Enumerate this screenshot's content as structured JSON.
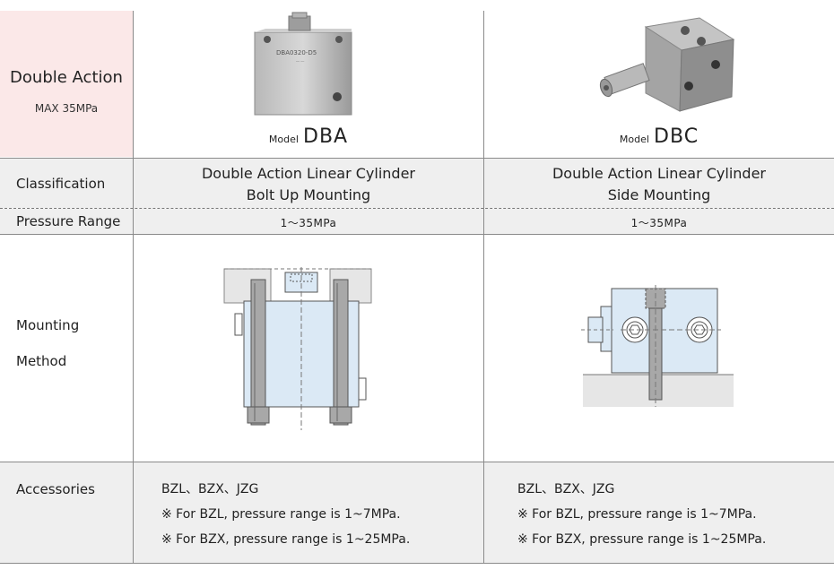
{
  "header": {
    "title": "Double Action",
    "subtitle": "MAX 35MPa"
  },
  "models": [
    {
      "prefix": "Model",
      "name": "DBA",
      "nameplate": "DBA0320-D5"
    },
    {
      "prefix": "Model",
      "name": "DBC"
    }
  ],
  "rows": {
    "classification": "Classification",
    "pressure": "Pressure Range",
    "mounting_line1": "Mounting",
    "mounting_line2": "Method",
    "accessories": "Accessories"
  },
  "dba": {
    "class_line1": "Double Action Linear Cylinder",
    "class_line2": "Bolt Up Mounting",
    "pressure": "1～35MPa",
    "acc1": "BZL、BZX、JZG",
    "acc2": "※ For BZL, pressure range is 1~7MPa.",
    "acc3": "※ For BZX, pressure range is 1~25MPa."
  },
  "dbc": {
    "class_line1": "Double Action Linear Cylinder",
    "class_line2": "Side Mounting",
    "pressure": "1～35MPa",
    "acc1": "BZL、BZX、JZG",
    "acc2": "※ For BZL, pressure range is 1~7MPa.",
    "acc3": "※ For BZX, pressure range is 1~25MPa."
  },
  "colors": {
    "header_bg": "#fbe8e8",
    "row_bg": "#efefef",
    "diagram_fill": "#dbe9f5",
    "metal": "#a9a9a9"
  }
}
